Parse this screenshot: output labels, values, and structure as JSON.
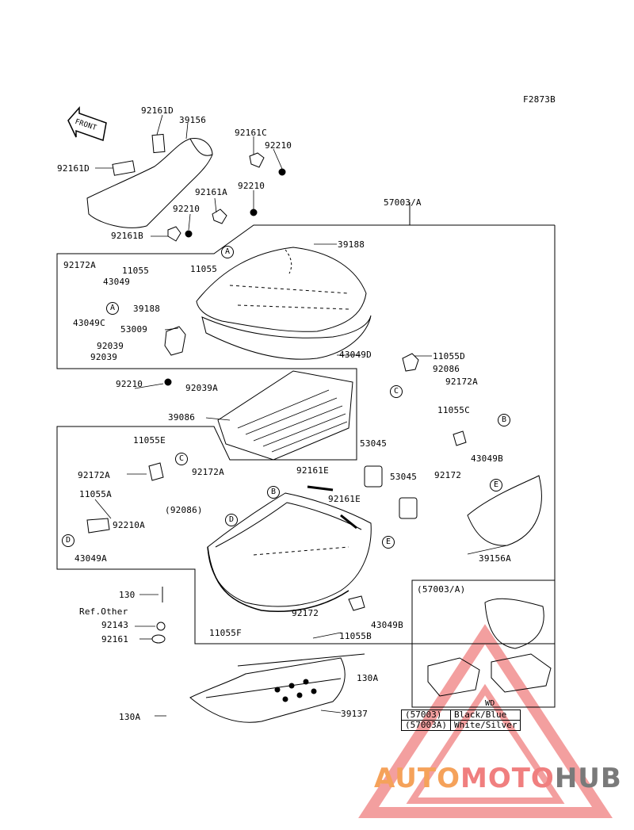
{
  "figure_code": "F2873B",
  "front_label": "FRONT",
  "labels": {
    "l92161D_1": "92161D",
    "l39156": "39156",
    "l92161C": "92161C",
    "l92210_1": "92210",
    "l92161D_2": "92161D",
    "l92161A": "92161A",
    "l92210_2": "92210",
    "l92210_3": "92210",
    "l57003A": "57003/A",
    "l92161B": "92161B",
    "l39188_1": "39188",
    "l92172A_1": "92172A",
    "l11055_1": "11055",
    "l43049": "43049",
    "l11055_2": "11055",
    "l39188_2": "39188",
    "l43049C": "43049C",
    "l53009": "53009",
    "l92039_1": "92039",
    "l92039_2": "92039",
    "l43049D": "43049D",
    "l11055D": "11055D",
    "l92086": "92086",
    "l92172A_2": "92172A",
    "l92210_4": "92210",
    "l92039A": "92039A",
    "l39086": "39086",
    "l11055C": "11055C",
    "l43049B_1": "43049B",
    "l92172_1": "92172",
    "l53045_1": "53045",
    "l53045_2": "53045",
    "l11055E": "11055E",
    "l92172A_3": "92172A",
    "l92172A_4": "92172A",
    "l92086p": "(92086)",
    "l92161E_1": "92161E",
    "l92161E_2": "92161E",
    "l11055A": "11055A",
    "l92210A": "92210A",
    "l43049A": "43049A",
    "l39156A": "39156A",
    "l130": "130",
    "lRefOther": "Ref.Other",
    "l92143": "92143",
    "l92161": "92161",
    "l92172_2": "92172",
    "l43049B_2": "43049B",
    "l11055B": "11055B",
    "l11055F": "11055F",
    "l130A_1": "130A",
    "l130A_2": "130A",
    "l39137": "39137",
    "inset_title": "(57003/A)"
  },
  "callouts": [
    "A",
    "A",
    "B",
    "B",
    "C",
    "C",
    "D",
    "D",
    "E",
    "E"
  ],
  "legend": {
    "header": "WD",
    "rows": [
      {
        "part": "(57003)",
        "color": "Black/Blue"
      },
      {
        "part": "(57003A)",
        "color": "White/Silver"
      }
    ]
  },
  "watermark": {
    "part1": "AUTO",
    "part2": "MOTO",
    "part3": "HUB"
  }
}
